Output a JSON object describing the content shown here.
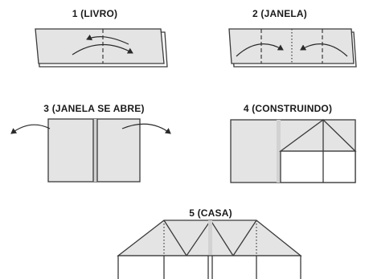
{
  "steps": [
    {
      "label": "1 (LIVRO)"
    },
    {
      "label": "2 (JANELA)"
    },
    {
      "label": "3 (JANELA SE ABRE)"
    },
    {
      "label": "4 (CONSTRUINDO)"
    },
    {
      "label": "5 (CASA)"
    }
  ],
  "colors": {
    "paper": "#e4e4e4",
    "paper_shade": "#d2d2d2",
    "line": "#3a3a3a"
  }
}
